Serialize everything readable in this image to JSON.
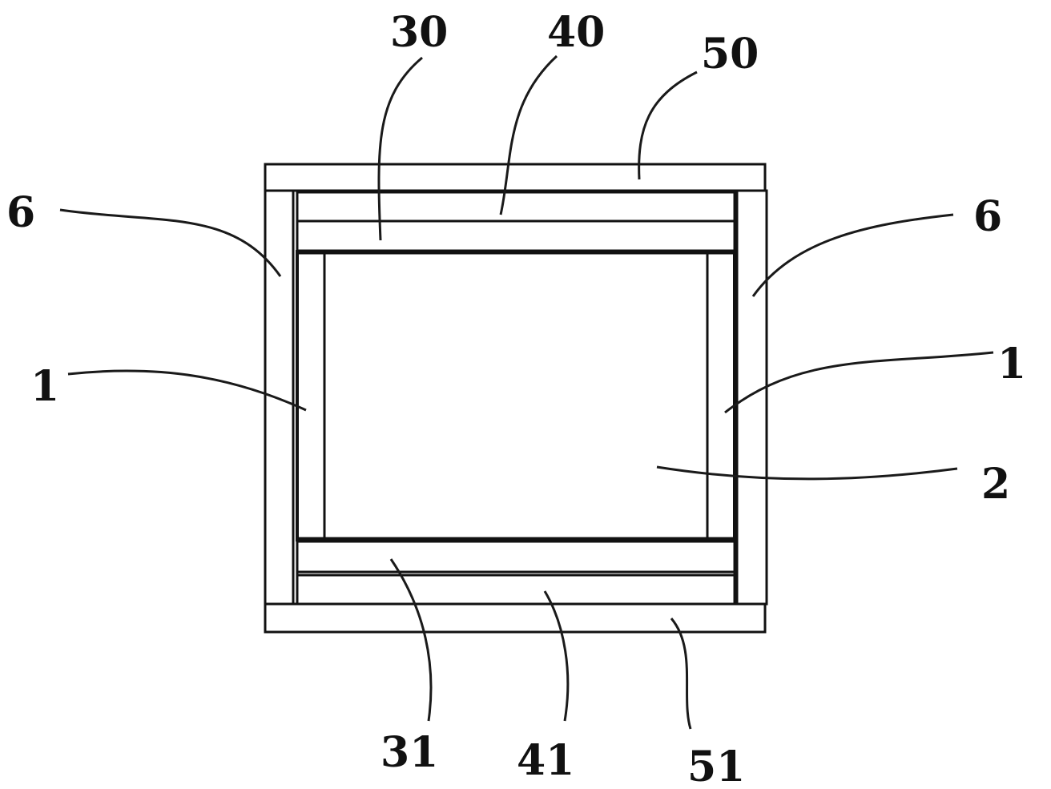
{
  "labels": {
    "top_30": "30",
    "top_40": "40",
    "top_50": "50",
    "left_6": "6",
    "right_6": "6",
    "left_1": "1",
    "right_1": "1",
    "right_2": "2",
    "bottom_31": "31",
    "bottom_41": "41",
    "bottom_51": "51"
  },
  "colors": {
    "line": "#111111",
    "background": "#ffffff"
  }
}
